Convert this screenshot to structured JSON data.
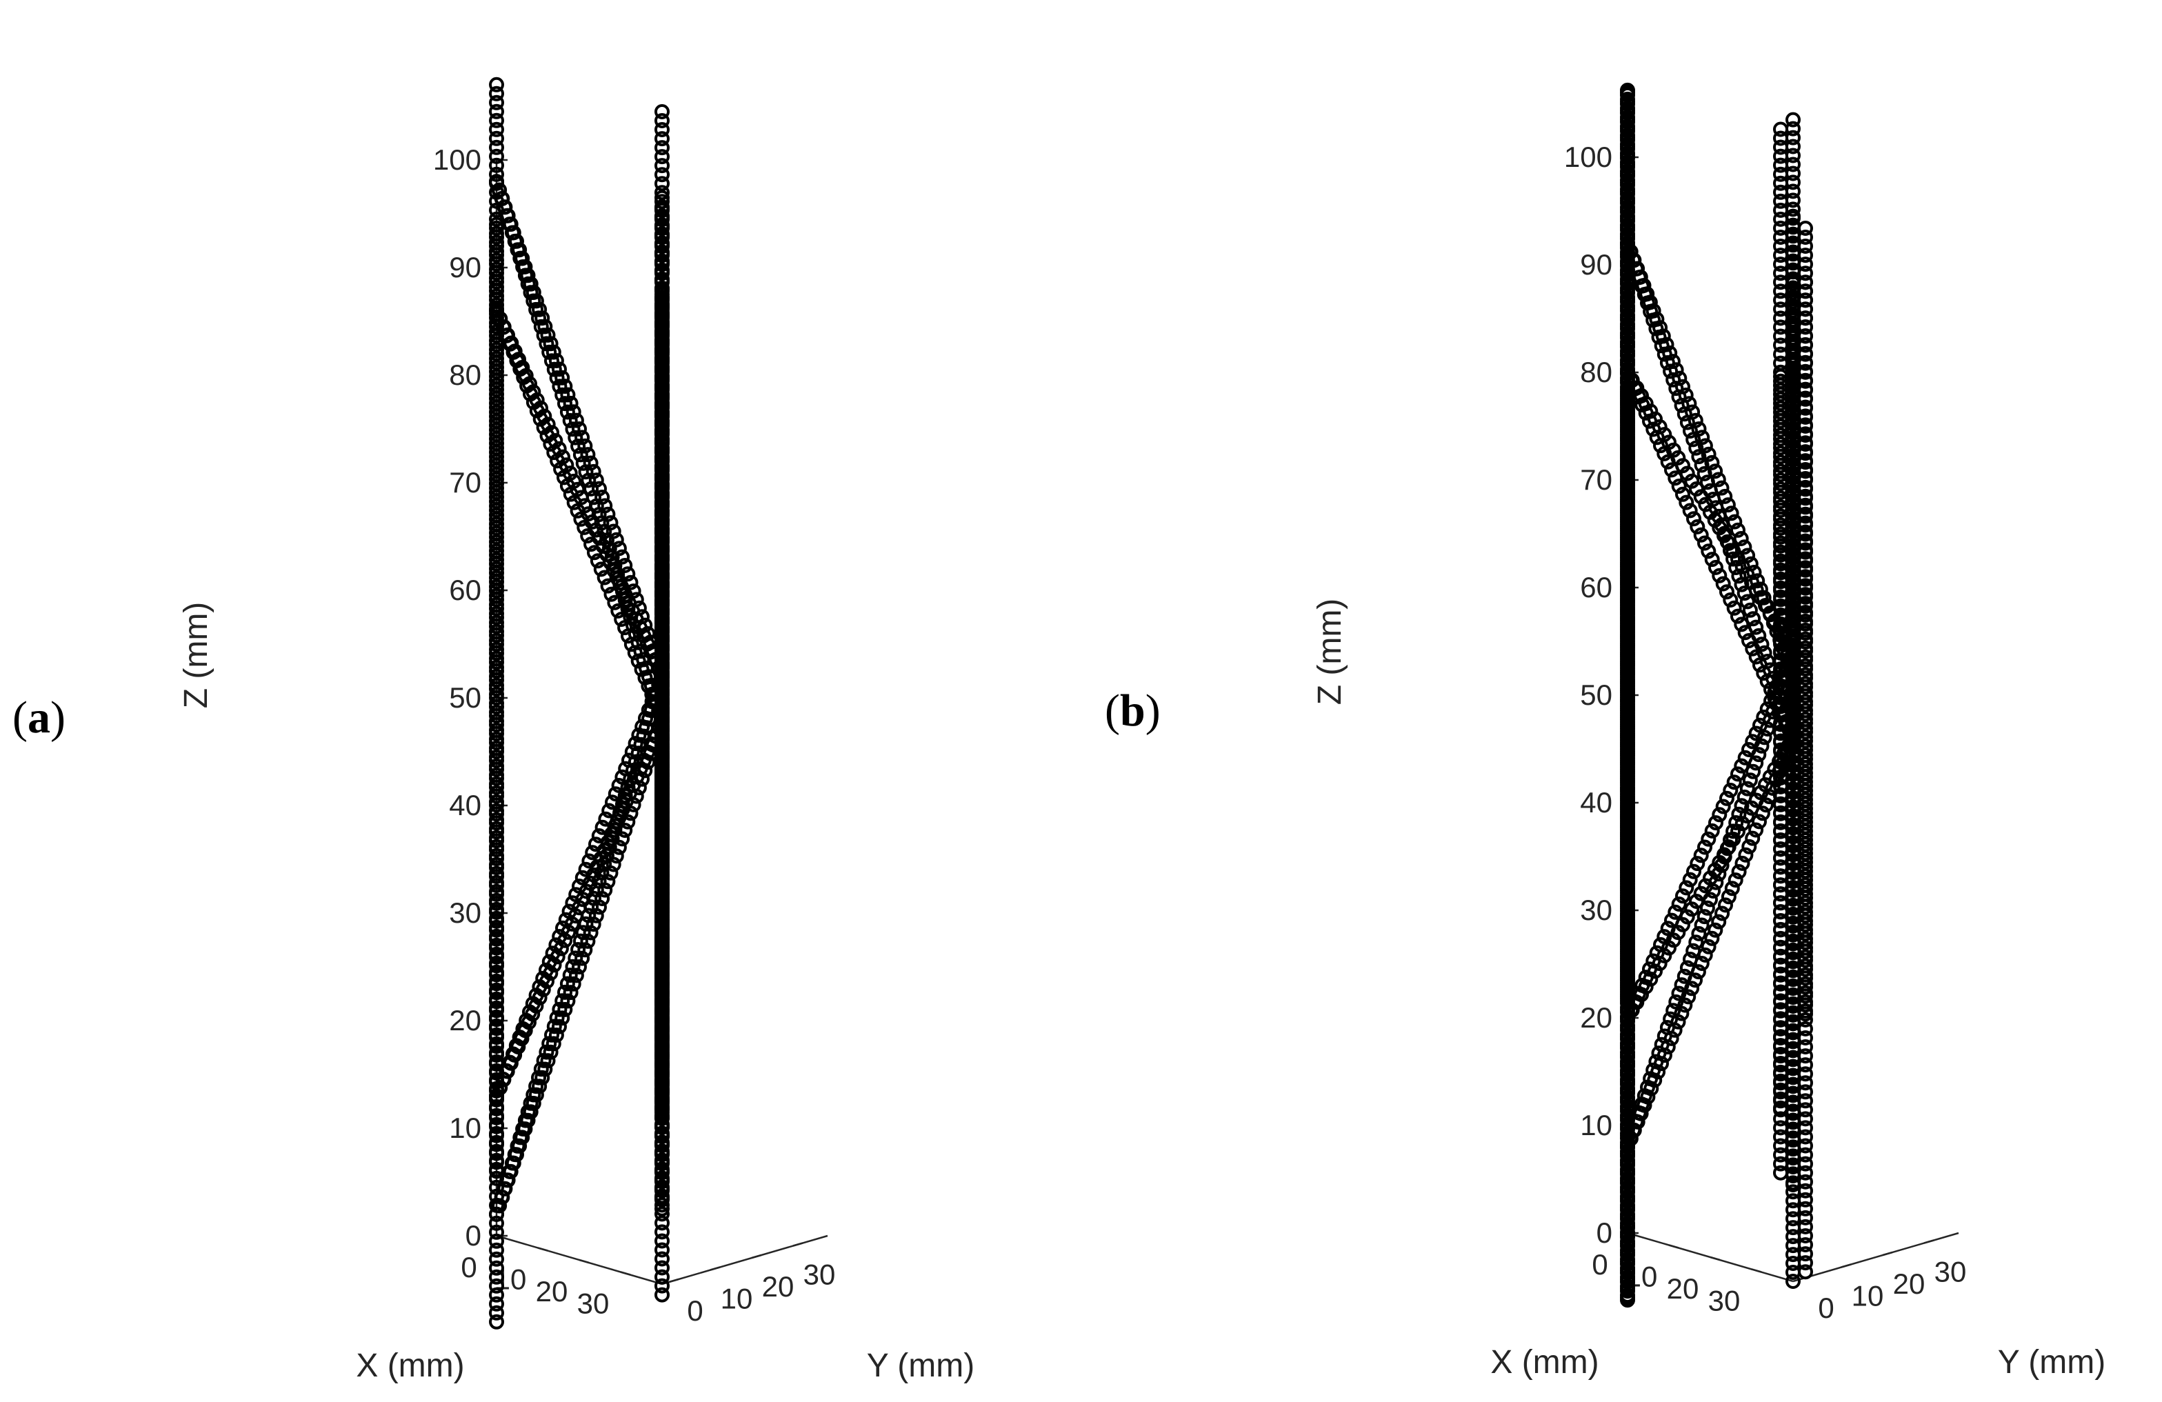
{
  "chart_data": [
    {
      "type": "scatter",
      "panel_label": "(a)",
      "panel_letter": "a",
      "xlabel": "X (mm)",
      "ylabel": "Y (mm)",
      "zlabel": "Z (mm)",
      "xlim": [
        0,
        40
      ],
      "ylim": [
        0,
        40
      ],
      "zlim": [
        0,
        100
      ],
      "x_ticks": [
        "0",
        "10",
        "20",
        "30"
      ],
      "y_ticks": [
        "0",
        "10",
        "20",
        "30"
      ],
      "z_ticks": [
        "0",
        "10",
        "20",
        "30",
        "40",
        "50",
        "60",
        "70",
        "80",
        "90",
        "100"
      ],
      "marker": "open-circle",
      "series": [
        {
          "x": [
            0,
            0
          ],
          "y": [
            0,
            0
          ],
          "z": [
            -1,
            100
          ]
        },
        {
          "x": [
            0,
            0
          ],
          "y": [
            0,
            0
          ],
          "z": [
            8,
            91
          ]
        },
        {
          "x": [
            0,
            20
          ],
          "y": [
            0,
            20
          ],
          "z": [
            92,
            48
          ]
        },
        {
          "x": [
            0,
            20
          ],
          "y": [
            0,
            20
          ],
          "z": [
            7,
            52
          ]
        },
        {
          "x": [
            20,
            40
          ],
          "y": [
            20,
            40
          ],
          "z": [
            48,
            7
          ]
        },
        {
          "x": [
            20,
            40
          ],
          "y": [
            20,
            40
          ],
          "z": [
            52,
            92
          ]
        },
        {
          "x": [
            40,
            40
          ],
          "y": [
            40,
            40
          ],
          "z": [
            8,
            91
          ]
        },
        {
          "x": [
            40,
            40
          ],
          "y": [
            40,
            40
          ],
          "z": [
            -1,
            100
          ]
        },
        {
          "x": [
            40,
            40
          ],
          "y": [
            0,
            0
          ],
          "z": [
            -8,
            107
          ]
        },
        {
          "x": [
            40,
            40
          ],
          "y": [
            0,
            0
          ],
          "z": [
            6,
            94
          ]
        },
        {
          "x": [
            40,
            20
          ],
          "y": [
            0,
            20
          ],
          "z": [
            98,
            48
          ]
        },
        {
          "x": [
            40,
            20
          ],
          "y": [
            0,
            20
          ],
          "z": [
            86,
            52
          ]
        },
        {
          "x": [
            40,
            20
          ],
          "y": [
            0,
            20
          ],
          "z": [
            2,
            52
          ]
        },
        {
          "x": [
            40,
            20
          ],
          "y": [
            0,
            20
          ],
          "z": [
            13,
            48
          ]
        },
        {
          "x": [
            40,
            20
          ],
          "y": [
            0,
            20
          ],
          "z": [
            98,
            52
          ]
        },
        {
          "x": [
            40,
            20
          ],
          "y": [
            0,
            20
          ],
          "z": [
            86,
            48
          ]
        },
        {
          "x": [
            40,
            20
          ],
          "y": [
            0,
            20
          ],
          "z": [
            2,
            48
          ]
        },
        {
          "x": [
            40,
            20
          ],
          "y": [
            0,
            20
          ],
          "z": [
            13,
            52
          ]
        }
      ]
    },
    {
      "type": "scatter",
      "panel_label": "(b)",
      "panel_letter": "b",
      "xlabel": "X (mm)",
      "ylabel": "Y (mm)",
      "zlabel": "Z (mm)",
      "xlim": [
        0,
        40
      ],
      "ylim": [
        0,
        40
      ],
      "zlim": [
        0,
        100
      ],
      "x_ticks": [
        "0",
        "10",
        "20",
        "30"
      ],
      "y_ticks": [
        "0",
        "10",
        "20",
        "30"
      ],
      "z_ticks": [
        "0",
        "10",
        "20",
        "30",
        "40",
        "50",
        "60",
        "70",
        "80",
        "90",
        "100"
      ],
      "marker": "open-circle",
      "series": [
        {
          "x": [
            -2,
            -2
          ],
          "y": [
            1,
            1
          ],
          "z": [
            1,
            98
          ]
        },
        {
          "x": [
            0,
            0
          ],
          "y": [
            0,
            0
          ],
          "z": [
            0,
            99
          ]
        },
        {
          "x": [
            2,
            2
          ],
          "y": [
            -1,
            -1
          ],
          "z": [
            16,
            84
          ]
        },
        {
          "x": [
            1,
            19
          ],
          "y": [
            1,
            19
          ],
          "z": [
            84,
            46
          ]
        },
        {
          "x": [
            -1,
            19
          ],
          "y": [
            -1,
            19
          ],
          "z": [
            16,
            54
          ]
        },
        {
          "x": [
            21,
            39
          ],
          "y": [
            21,
            39
          ],
          "z": [
            46,
            84
          ]
        },
        {
          "x": [
            21,
            39
          ],
          "y": [
            21,
            39
          ],
          "z": [
            54,
            16
          ]
        },
        {
          "x": [
            40,
            40
          ],
          "y": [
            40,
            40
          ],
          "z": [
            0,
            99
          ]
        },
        {
          "x": [
            42,
            42
          ],
          "y": [
            39,
            39
          ],
          "z": [
            1,
            98
          ]
        },
        {
          "x": [
            38,
            38
          ],
          "y": [
            41,
            41
          ],
          "z": [
            16,
            84
          ]
        },
        {
          "x": [
            39,
            39
          ],
          "y": [
            -1,
            -1
          ],
          "z": [
            -6,
            106
          ]
        },
        {
          "x": [
            40,
            40
          ],
          "y": [
            0,
            0
          ],
          "z": [
            -6,
            106
          ]
        },
        {
          "x": [
            41,
            41
          ],
          "y": [
            1,
            1
          ],
          "z": [
            -6,
            106
          ]
        },
        {
          "x": [
            40,
            40
          ],
          "y": [
            0,
            0
          ],
          "z": [
            22,
            78
          ]
        },
        {
          "x": [
            40,
            20
          ],
          "y": [
            0,
            20
          ],
          "z": [
            92,
            52
          ]
        },
        {
          "x": [
            40,
            20
          ],
          "y": [
            0,
            20
          ],
          "z": [
            80,
            46
          ]
        },
        {
          "x": [
            40,
            20
          ],
          "y": [
            0,
            20
          ],
          "z": [
            8,
            46
          ]
        },
        {
          "x": [
            40,
            20
          ],
          "y": [
            0,
            20
          ],
          "z": [
            20,
            54
          ]
        },
        {
          "x": [
            40,
            20
          ],
          "y": [
            0,
            20
          ],
          "z": [
            92,
            46
          ]
        },
        {
          "x": [
            40,
            20
          ],
          "y": [
            0,
            20
          ],
          "z": [
            80,
            54
          ]
        },
        {
          "x": [
            40,
            20
          ],
          "y": [
            0,
            20
          ],
          "z": [
            8,
            54
          ]
        },
        {
          "x": [
            40,
            20
          ],
          "y": [
            0,
            20
          ],
          "z": [
            20,
            46
          ]
        }
      ]
    }
  ]
}
